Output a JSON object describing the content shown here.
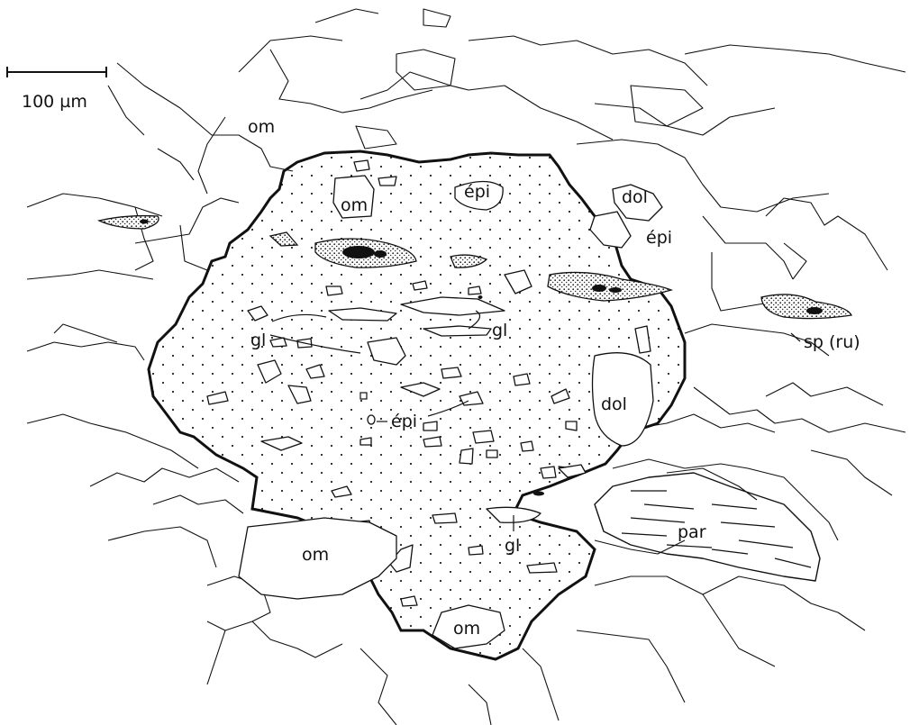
{
  "figure": {
    "scale_bar_label": "100 µm",
    "mineral_labels": {
      "om_top_left": "om",
      "om_in_grain": "om",
      "epi_in_grain": "épi",
      "dol_top_right": "dol",
      "epi_right": "épi",
      "gl_left": "gl",
      "gl_right": "gl",
      "dol_right": "dol",
      "epi_center": "épi",
      "sp_ru": "sp (ru)",
      "gl_bottom": "gl",
      "par": "par",
      "om_bottom_left": "om",
      "om_bottom": "om"
    }
  }
}
